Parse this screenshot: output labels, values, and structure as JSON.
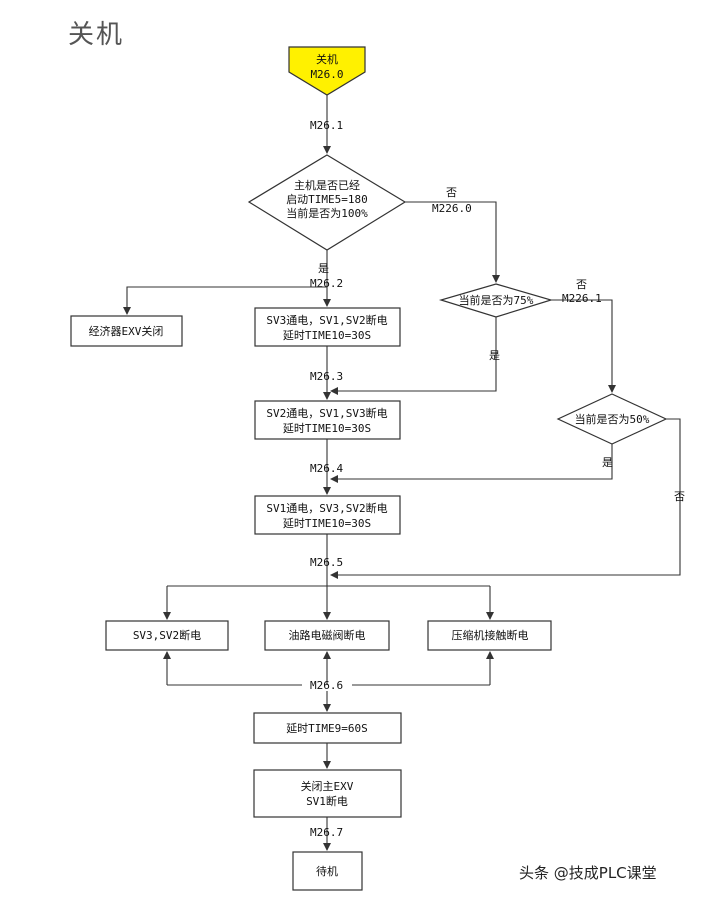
{
  "title": "关机",
  "start": {
    "line1": "关机",
    "line2": "M26.0"
  },
  "decision1": {
    "line1": "主机是否已经",
    "line2": "启动TIME5=180",
    "line3": "当前是否为100%"
  },
  "decision2": {
    "text": "当前是否为75%"
  },
  "decision3": {
    "text": "当前是否为50%"
  },
  "boxes": {
    "exv": "经济器EXV关闭",
    "sv3_1": "SV3通电，SV1,SV2断电",
    "sv3_2": "延时TIME10=30S",
    "sv2_1": "SV2通电，SV1,SV3断电",
    "sv2_2": "延时TIME10=30S",
    "sv1_1": "SV1通电，SV3,SV2断电",
    "sv1_2": "延时TIME10=30S",
    "sv32off": "SV3,SV2断电",
    "oil": "油路电磁阀断电",
    "comp": "压缩机接触断电",
    "delay9": "延时TIME9=60S",
    "close1": "关闭主EXV",
    "close2": "SV1断电",
    "standby": "待机"
  },
  "labels": {
    "m261": "M26.1",
    "m262": "M26.2",
    "m263": "M26.3",
    "m264": "M26.4",
    "m265": "M26.5",
    "m266": "M26.6",
    "m267": "M26.7",
    "m2260": "M226.0",
    "m2261": "M226.1",
    "yes1": "是",
    "no1": "否",
    "yes2": "是",
    "no2": "否",
    "yes3": "是",
    "no3": "否"
  },
  "watermark": "头条 @技成PLC课堂",
  "colors": {
    "start_fill": "#fff100",
    "line": "#333333"
  }
}
